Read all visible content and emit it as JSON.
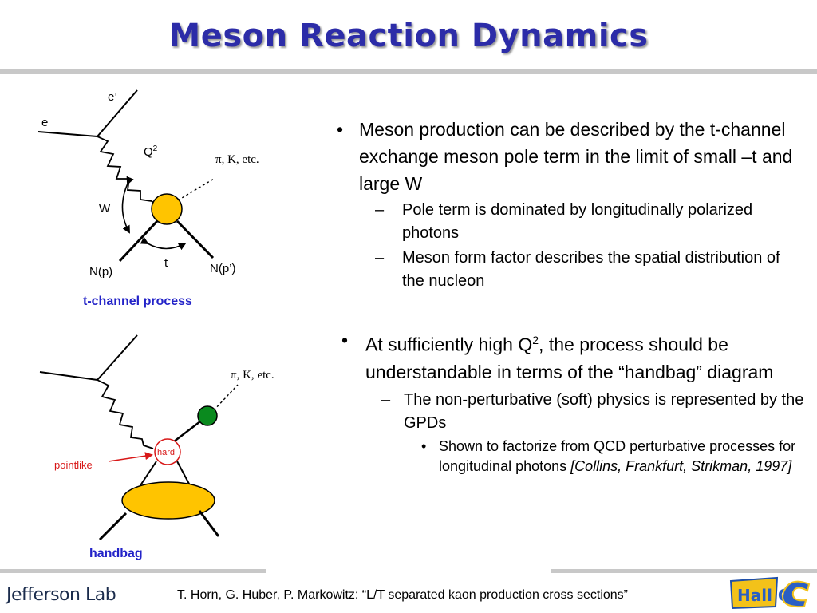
{
  "slide": {
    "title": "Meson Reaction Dynamics",
    "footer": "T. Horn, G. Huber, P. Markowitz: “L/T separated kaon production cross sections”",
    "logo_left": "Jefferson Lab",
    "logo_right": "Hall C"
  },
  "diagram1": {
    "e_out": "e’",
    "e_in": "e",
    "q2": "Q",
    "q2_sup": "2",
    "meson": "π, K, etc.",
    "w": "W",
    "t": "t",
    "n_in": "N(p)",
    "n_out": "N(p’)",
    "caption": "t-channel process"
  },
  "diagram2": {
    "meson": "π, K, etc.",
    "hard": "hard",
    "pointlike": "pointlike",
    "caption": "handbag"
  },
  "colors": {
    "title": "#2c2ca8",
    "caption": "#2323c8",
    "vertex": "#ffc400",
    "meson_ball": "#0a8a1e",
    "accent_red": "#d81818"
  },
  "bullets": {
    "b1": "Meson production can be described by the t-channel exchange meson pole term in the limit of small –t and large W",
    "b1_s1": "Pole term is dominated by longitudinally polarized photons",
    "b1_s2": "Meson form factor describes the spatial distribution of the nucleon",
    "b2_pre": "At sufficiently high Q",
    "b2_sup": "2",
    "b2_post": ", the process should be understandable in terms of the “handbag” diagram",
    "b2_s1": "The non-perturbative (soft) physics is represented by the GPDs",
    "b2_s1_s1": "Shown to factorize from QCD perturbative processes for longitudinal photons ",
    "b2_s1_s1_ref": "[Collins, Frankfurt, Strikman, 1997]"
  }
}
